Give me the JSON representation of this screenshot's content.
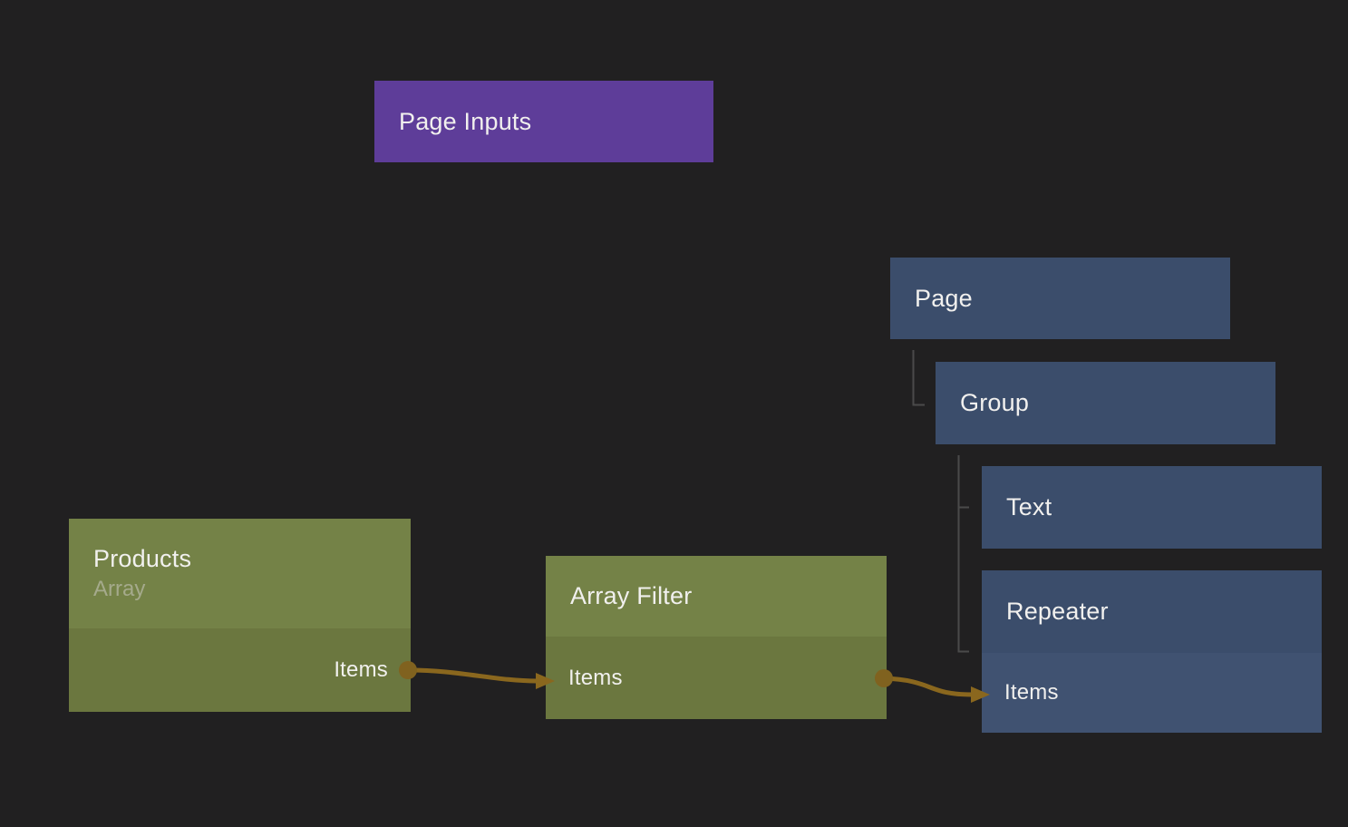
{
  "colors": {
    "background": "#212021",
    "node_purple": "#5e3d99",
    "node_blue_header": "#3b4d6b",
    "node_blue_row": "#405271",
    "node_olive_header": "#748247",
    "node_olive_row": "#6b773f",
    "connection_gold": "#8a671e",
    "port_dot_gold": "#80621f",
    "tree_connector_gray": "#4a4a4a",
    "title_text": "#f1f0ee",
    "subtitle_text": "#a5aa8c"
  },
  "nodes": {
    "page_inputs": {
      "title": "Page Inputs"
    },
    "page": {
      "title": "Page"
    },
    "group": {
      "title": "Group"
    },
    "text": {
      "title": "Text"
    },
    "repeater": {
      "title": "Repeater",
      "input_label": "Items"
    },
    "products": {
      "title": "Products",
      "subtitle": "Array",
      "output_label": "Items"
    },
    "array_filter": {
      "title": "Array Filter",
      "io_label": "Items"
    }
  },
  "connections": [
    {
      "from": "Products.Items",
      "to": "Array Filter.Items"
    },
    {
      "from": "Array Filter.Items",
      "to": "Repeater.Items"
    }
  ],
  "hierarchy_links": [
    {
      "parent": "Page",
      "child": "Group"
    },
    {
      "parent": "Group",
      "child": "Text"
    },
    {
      "parent": "Group",
      "child": "Repeater"
    }
  ]
}
